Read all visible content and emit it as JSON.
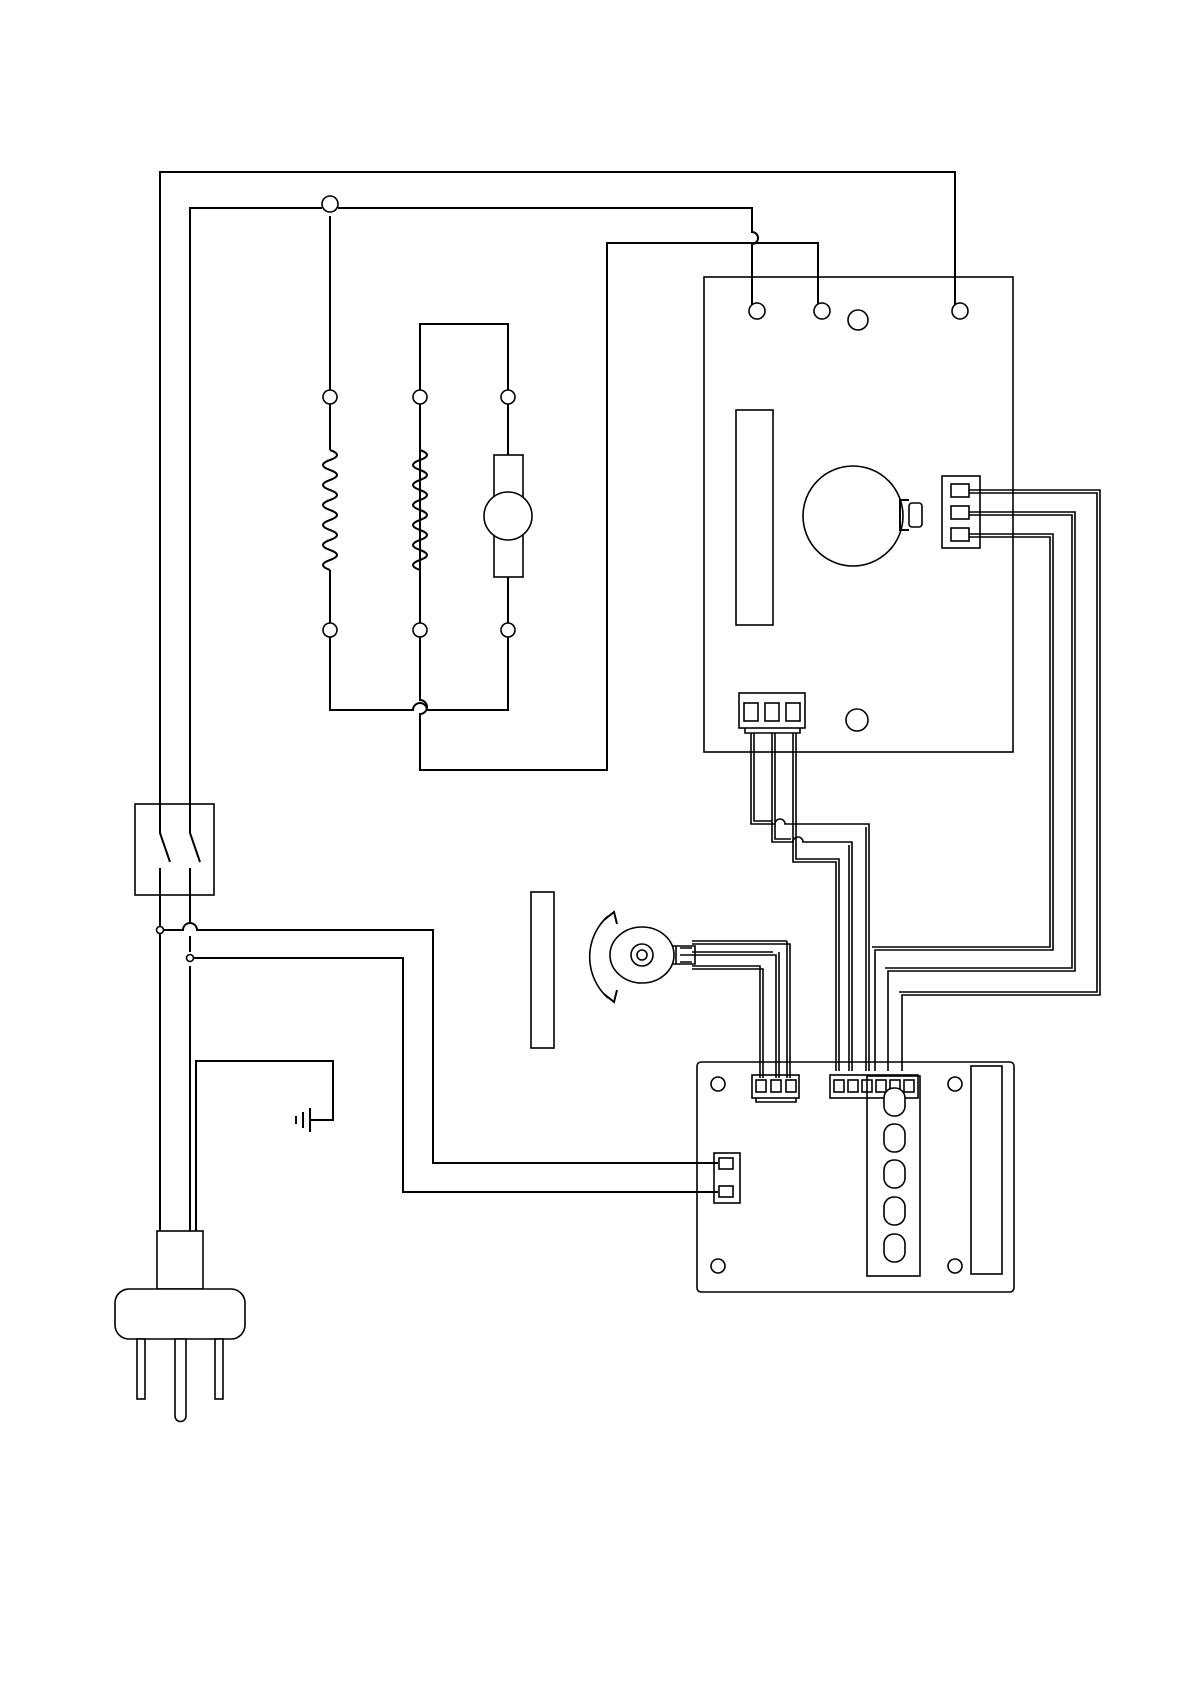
{
  "diagram": {
    "colors": {
      "line": "#000000",
      "background": "#ffffff"
    },
    "components": [
      {
        "name": "power-plug-icon"
      },
      {
        "name": "ground-symbol-icon"
      },
      {
        "name": "double-pole-switch-icon"
      },
      {
        "name": "heating-element-left-icon"
      },
      {
        "name": "heating-element-right-icon"
      },
      {
        "name": "fan-motor-icon"
      },
      {
        "name": "relay-board"
      },
      {
        "name": "control-board"
      },
      {
        "name": "rotary-knob-potentiometer-icon"
      },
      {
        "name": "display-window"
      }
    ]
  }
}
